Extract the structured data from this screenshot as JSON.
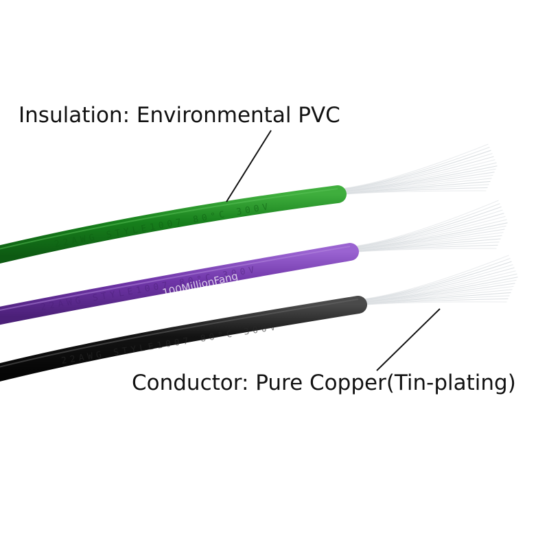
{
  "callouts": {
    "insulation": "Insulation: Environmental PVC",
    "conductor": "Conductor: Pure Copper(Tin-plating)"
  },
  "watermark": "100MillionFang",
  "wires": [
    {
      "name": "green",
      "color": "#17801c",
      "highlight": "#3fae3d"
    },
    {
      "name": "purple",
      "color": "#6f35a8",
      "highlight": "#9a63d1"
    },
    {
      "name": "black",
      "color": "#131313",
      "highlight": "#4a4a4a"
    }
  ],
  "strand_color": "#d9dde0"
}
